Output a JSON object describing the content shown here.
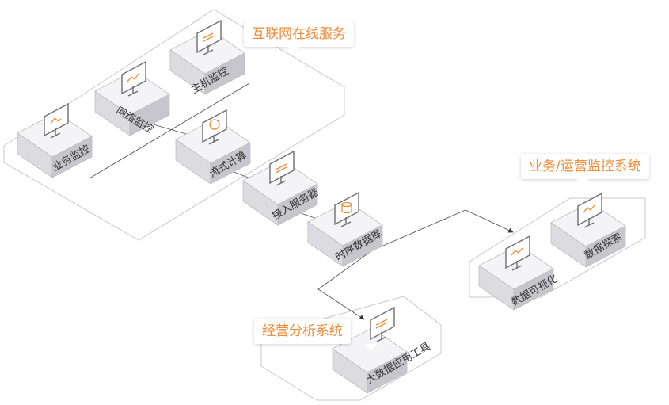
{
  "groups": {
    "internet": "互联网在线服务",
    "business": "业务/运营监控系统",
    "analysis": "经营分析系统"
  },
  "nodes": {
    "host_monitor": "主机监控",
    "network_monitor": "网络监控",
    "business_monitor": "业务监控",
    "stream_compute": "流式计算",
    "access_server": "接入服务器",
    "timeseries_db": "时序数据库",
    "data_visualization": "数据可视化",
    "data_exploration": "数据探索",
    "bigdata_tools": "大数据应用工具"
  },
  "colors": {
    "accent": "#f08c3a",
    "line": "#555555",
    "zone": "#c8c8c8"
  },
  "icons": {
    "host_monitor": "monitor-server-icon",
    "network_monitor": "monitor-chart-icon",
    "business_monitor": "monitor-image-icon",
    "stream_compute": "monitor-cycle-icon",
    "access_server": "monitor-server-icon",
    "timeseries_db": "monitor-database-icon",
    "data_visualization": "monitor-chart-icon",
    "data_exploration": "monitor-chart-icon",
    "bigdata_tools": "monitor-server-icon"
  }
}
